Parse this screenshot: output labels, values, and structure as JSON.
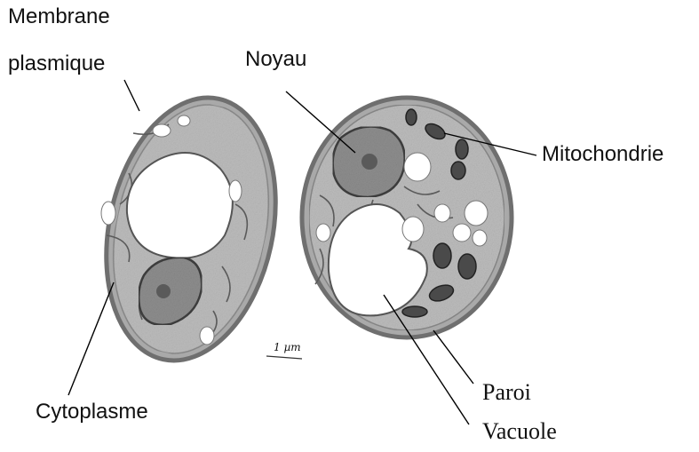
{
  "labels": {
    "membrane_line1": "Membrane",
    "membrane_line2": "plasmique",
    "noyau": "Noyau",
    "mitochondrie": "Mitochondrie",
    "cytoplasme": "Cytoplasme",
    "paroi": "Paroi",
    "vacuole": "Vacuole"
  },
  "scale_bar": {
    "label": "1 µm"
  },
  "colors": {
    "wall": "#6f6f6f",
    "cytoplasm": "#b8b8b8",
    "nucleus": "#8e8e8e",
    "mitochondria": "#3a3a3a",
    "vacuole": "#ffffff"
  }
}
